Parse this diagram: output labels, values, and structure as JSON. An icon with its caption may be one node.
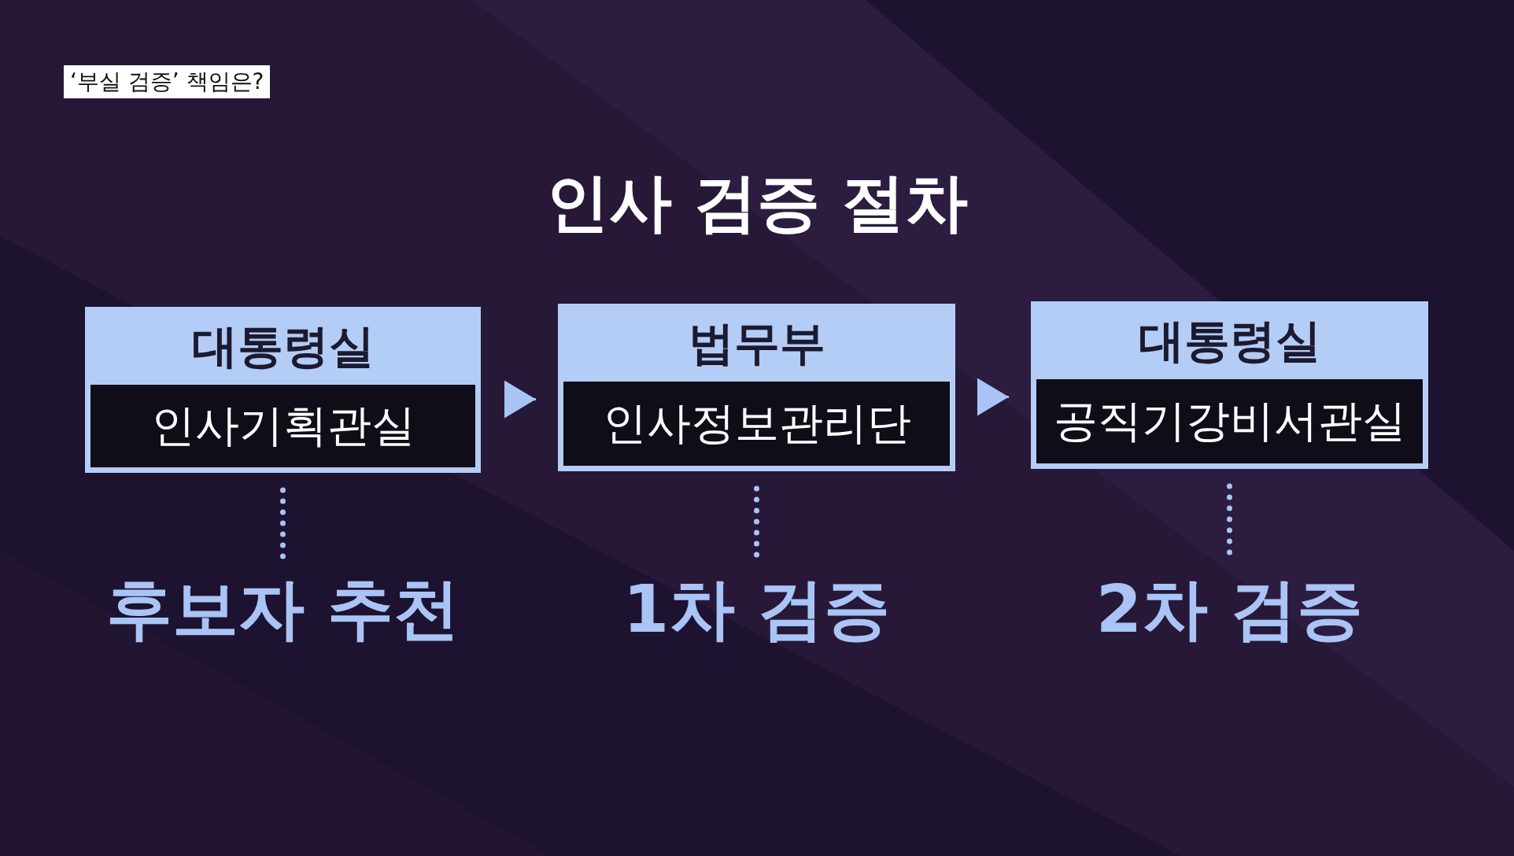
{
  "diagram": {
    "title": "인사 검증 절차",
    "nodes": [
      {
        "text": [
          "대통령실",
          "인사기획관실"
        ]
      },
      {
        "text": [
          "법무부",
          "인사정보관리단"
        ]
      },
      {
        "text": [
          "대통령실",
          "공직기강비서관실"
        ]
      },
      {
        "text": [
          "후보자 추천"
        ]
      },
      {
        "text": [
          "1차 검증"
        ]
      },
      {
        "text": [
          "2차 검증"
        ]
      }
    ],
    "edges": [
      {
        "from": 0,
        "to": 1,
        "arrow": "to"
      },
      {
        "from": 1,
        "to": 2,
        "arrow": "to"
      },
      {
        "from": 0,
        "to": 3,
        "arrow": "none",
        "style": "dashed"
      },
      {
        "from": 1,
        "to": 4,
        "arrow": "none",
        "style": "dashed"
      },
      {
        "from": 2,
        "to": 5,
        "arrow": "none",
        "style": "dashed"
      }
    ],
    "labels": [
      "‘부실 검증’ 책임은?"
    ]
  }
}
